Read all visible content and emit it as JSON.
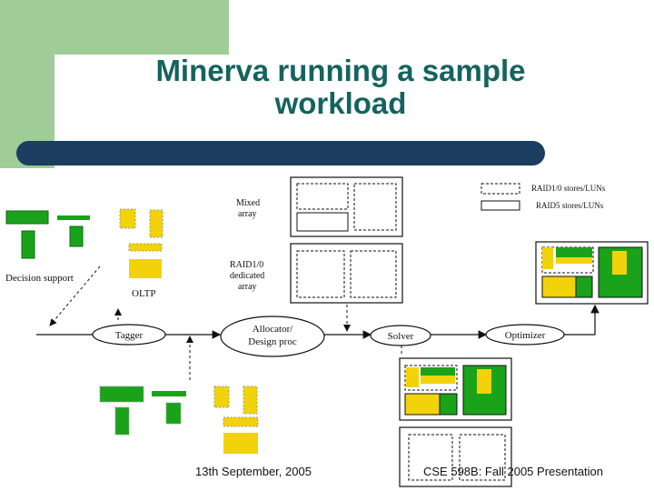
{
  "slide": {
    "title": "Minerva running a sample workload",
    "footer_left": "13th September, 2005",
    "footer_right": "CSE 598B: Fall 2005 Presentation"
  },
  "diagram": {
    "workloads": {
      "decision_support": "Decision support",
      "oltp": "OLTP"
    },
    "arrays": {
      "mixed": [
        "Mixed",
        "array"
      ],
      "raid10_dedicated": [
        "RAID1/0",
        "dedicated",
        "array"
      ]
    },
    "legend": {
      "raid10": "RAID1/0 stores/LUNs",
      "raid5": "RAID5 stores/LUNs"
    },
    "stages": {
      "tagger": "Tagger",
      "allocator": [
        "Allocator/",
        "Design proc"
      ],
      "solver": "Solver",
      "optimizer": "Optimizer"
    }
  },
  "colors": {
    "green": "#1aa31a",
    "yellow": "#f2d20a",
    "title": "#14635e",
    "bar": "#1a3d60",
    "corner": "#a0cc98"
  }
}
